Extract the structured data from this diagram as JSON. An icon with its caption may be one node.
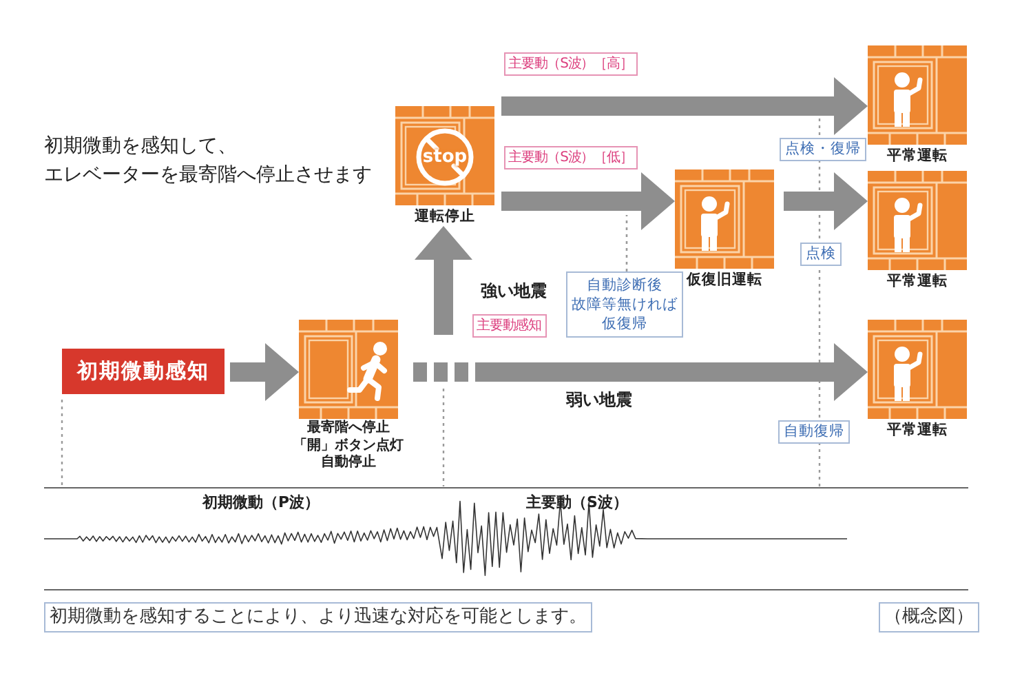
{
  "diagram": {
    "title": "初期微動を感知して、エレベーターを最寄階へ停止させます",
    "caption": "初期微動を感知することにより、より迅速な対応を可能とします。",
    "nodes": [
      {
        "text": [
          "初期微動感知"
        ]
      },
      {
        "text": [],
        "shape": "picture",
        "beside": [
          "最寄階へ停止",
          "「開」ボタン点灯",
          "自動停止"
        ]
      },
      {
        "text": [
          "stop"
        ],
        "beside": [
          "運転停止"
        ]
      },
      {
        "text": [],
        "shape": "picture",
        "beside": [
          "平常運転"
        ]
      },
      {
        "text": [],
        "shape": "picture",
        "beside": [
          "仮復旧運転"
        ]
      },
      {
        "text": [],
        "shape": "picture",
        "beside": [
          "平常運転"
        ]
      },
      {
        "text": [],
        "shape": "picture",
        "beside": [
          "平常運転"
        ]
      },
      {
        "text": [
          "自動診断後故障等無ければ仮復帰"
        ]
      }
    ],
    "edges": [
      {
        "from": 0,
        "to": 1,
        "arrow": "to"
      },
      {
        "from": 1,
        "to": 2,
        "arrow": "to",
        "label": "強い地震",
        "style": "dashed"
      },
      {
        "from": 2,
        "to": 3,
        "arrow": "to",
        "label": "主要動（S波）［高］"
      },
      {
        "from": 2,
        "to": 4,
        "arrow": "to",
        "label": "主要動（S波）［低］"
      },
      {
        "from": 4,
        "to": 5,
        "arrow": "to"
      },
      {
        "from": 1,
        "to": 6,
        "arrow": "to",
        "label": "弱い地震",
        "style": "dashed"
      },
      {
        "from": 7,
        "to": null,
        "arrow": "none",
        "style": "dashed"
      }
    ],
    "labels": [
      "点検・復帰",
      "点検",
      "主要動感知",
      "自動復帰",
      "初期微動（P波）",
      "主要動（S波）",
      "（概念図）"
    ]
  }
}
